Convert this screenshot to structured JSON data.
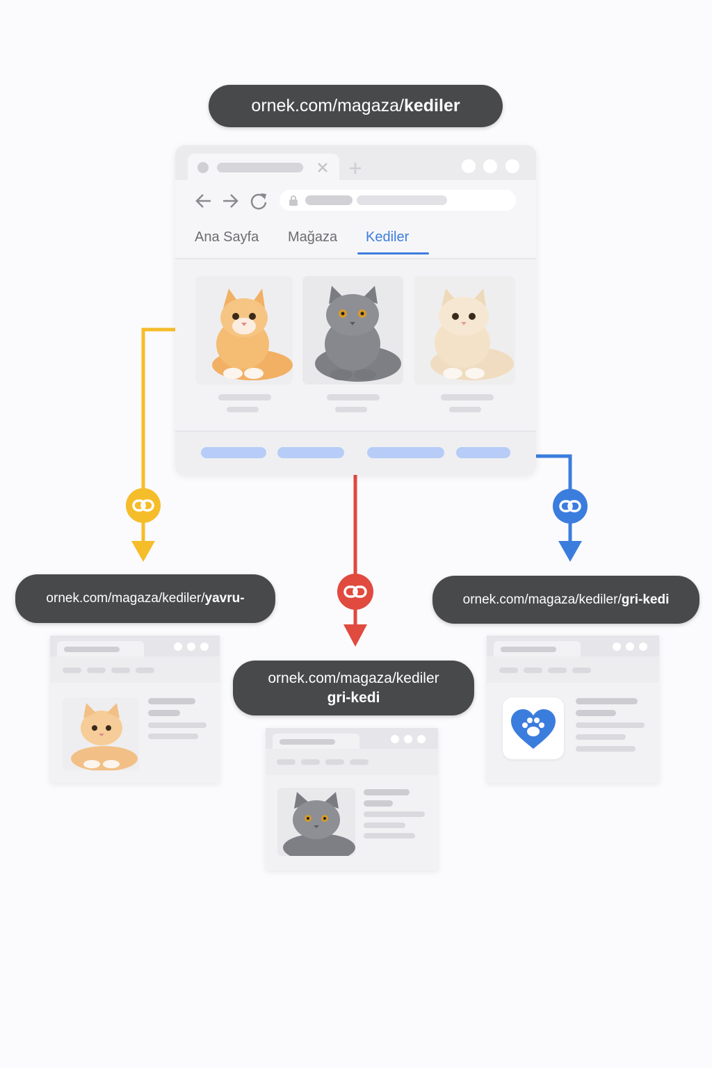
{
  "urls": {
    "main": {
      "base": "ornek.com/magaza/",
      "bold": "kediler"
    },
    "left": {
      "base": "ornek.com/magaza/kediler/",
      "bold": "yavru-"
    },
    "center": {
      "line1": "ornek.com/magaza/kediler",
      "line2": "gri-kedi"
    },
    "right": {
      "base": "ornek.com/magaza/kediler/",
      "bold": "gri-kedi"
    }
  },
  "browser": {
    "nav": [
      {
        "label": "Ana Sayfa",
        "active": false
      },
      {
        "label": "Mağaza",
        "active": false
      },
      {
        "label": "Kediler",
        "active": true
      }
    ]
  },
  "colors": {
    "yellow": "#f5bd2a",
    "red": "#e04a3f",
    "blue": "#3b7ddd",
    "pill": "#48494b",
    "nav_active": "#3b7ddd"
  },
  "icons": [
    "link-icon",
    "paw-heart-icon",
    "cat-photo-orange",
    "cat-photo-gray",
    "cat-photo-cream"
  ]
}
